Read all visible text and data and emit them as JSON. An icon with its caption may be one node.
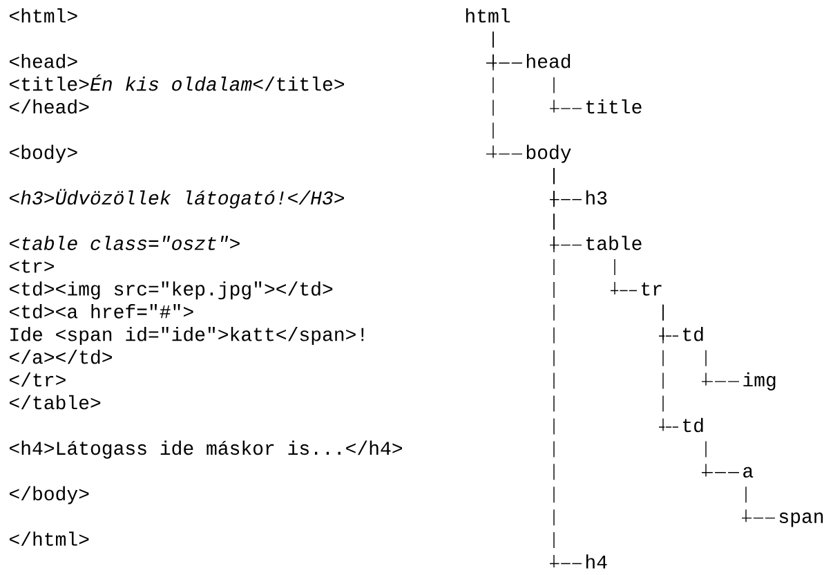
{
  "diagram": {
    "nodes": [
      {
        "text": [
          "html"
        ]
      },
      {
        "text": [
          "head"
        ]
      },
      {
        "text": [
          "title"
        ]
      },
      {
        "text": [
          "body"
        ]
      },
      {
        "text": [
          "h3"
        ]
      },
      {
        "text": [
          "table"
        ]
      },
      {
        "text": [
          "tr"
        ]
      },
      {
        "text": [
          "td"
        ]
      },
      {
        "text": [
          "img"
        ]
      },
      {
        "text": [
          "td"
        ]
      },
      {
        "text": [
          "a"
        ]
      },
      {
        "text": [
          "span"
        ]
      },
      {
        "text": [
          "h4"
        ]
      }
    ],
    "edges": [
      {
        "from": 0,
        "to": 1,
        "arrow": "none"
      },
      {
        "from": 1,
        "to": 2,
        "arrow": "none"
      },
      {
        "from": 0,
        "to": 3,
        "arrow": "none"
      },
      {
        "from": 3,
        "to": 4,
        "arrow": "none"
      },
      {
        "from": 3,
        "to": 5,
        "arrow": "none"
      },
      {
        "from": 5,
        "to": 6,
        "arrow": "none"
      },
      {
        "from": 6,
        "to": 7,
        "arrow": "none"
      },
      {
        "from": 7,
        "to": 8,
        "arrow": "none"
      },
      {
        "from": 6,
        "to": 9,
        "arrow": "none"
      },
      {
        "from": 9,
        "to": 10,
        "arrow": "none"
      },
      {
        "from": 10,
        "to": 11,
        "arrow": "none"
      },
      {
        "from": 3,
        "to": 12,
        "arrow": "none"
      }
    ],
    "labels": [
      "<html>",
      "<head>",
      "<title>*Én kis oldalam*</title>",
      "</head>",
      "<body>",
      "<h3>Üdvözöllek látogató!</H3>",
      "<table class=\"oszt\">",
      "<tr>",
      "<td><img src=\"kep.jpg\"></td>",
      "<td><a href=\"#\">",
      "Ide <span id=\"ide\">katt</span>!",
      "</a></td>",
      "</tr>",
      "</table>",
      "<h4>Látogass ide máskor is...</h4>",
      "</body>",
      "</html>"
    ]
  }
}
